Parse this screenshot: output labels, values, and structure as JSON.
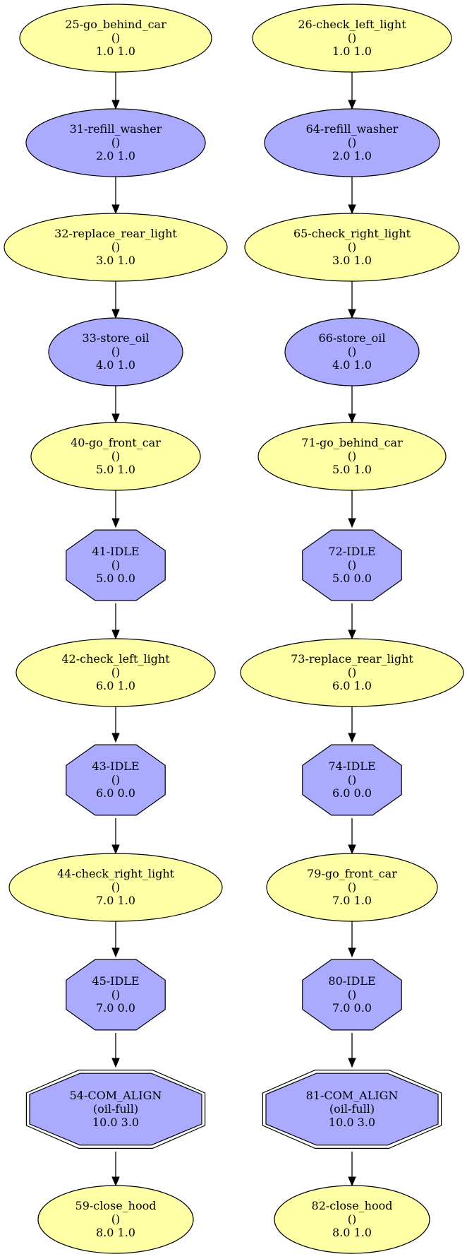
{
  "colors": {
    "action_fill": "#ffffa6",
    "idle_fill": "#aaaaff",
    "stroke": "#000000",
    "background": "#ffffff"
  },
  "columns": [
    {
      "nodes": [
        {
          "id": "25-go_behind_car",
          "args": "()",
          "values": "1.0 1.0",
          "shape": "ellipse",
          "fill": "yellow"
        },
        {
          "id": "31-refill_washer",
          "args": "()",
          "values": "2.0 1.0",
          "shape": "ellipse",
          "fill": "blue"
        },
        {
          "id": "32-replace_rear_light",
          "args": "()",
          "values": "3.0 1.0",
          "shape": "ellipse",
          "fill": "yellow"
        },
        {
          "id": "33-store_oil",
          "args": "()",
          "values": "4.0 1.0",
          "shape": "ellipse",
          "fill": "blue"
        },
        {
          "id": "40-go_front_car",
          "args": "()",
          "values": "5.0 1.0",
          "shape": "ellipse",
          "fill": "yellow"
        },
        {
          "id": "41-IDLE",
          "args": "()",
          "values": "5.0 0.0",
          "shape": "octagon",
          "fill": "blue"
        },
        {
          "id": "42-check_left_light",
          "args": "()",
          "values": "6.0 1.0",
          "shape": "ellipse",
          "fill": "yellow"
        },
        {
          "id": "43-IDLE",
          "args": "()",
          "values": "6.0 0.0",
          "shape": "octagon",
          "fill": "blue"
        },
        {
          "id": "44-check_right_light",
          "args": "()",
          "values": "7.0 1.0",
          "shape": "ellipse",
          "fill": "yellow"
        },
        {
          "id": "45-IDLE",
          "args": "()",
          "values": "7.0 0.0",
          "shape": "octagon",
          "fill": "blue"
        },
        {
          "id": "54-COM_ALIGN",
          "args": "(oil-full)",
          "values": "10.0 3.0",
          "shape": "doubleoctagon",
          "fill": "blue"
        },
        {
          "id": "59-close_hood",
          "args": "()",
          "values": "8.0 1.0",
          "shape": "ellipse",
          "fill": "yellow"
        }
      ]
    },
    {
      "nodes": [
        {
          "id": "26-check_left_light",
          "args": "()",
          "values": "1.0 1.0",
          "shape": "ellipse",
          "fill": "yellow"
        },
        {
          "id": "64-refill_washer",
          "args": "()",
          "values": "2.0 1.0",
          "shape": "ellipse",
          "fill": "blue"
        },
        {
          "id": "65-check_right_light",
          "args": "()",
          "values": "3.0 1.0",
          "shape": "ellipse",
          "fill": "yellow"
        },
        {
          "id": "66-store_oil",
          "args": "()",
          "values": "4.0 1.0",
          "shape": "ellipse",
          "fill": "blue"
        },
        {
          "id": "71-go_behind_car",
          "args": "()",
          "values": "5.0 1.0",
          "shape": "ellipse",
          "fill": "yellow"
        },
        {
          "id": "72-IDLE",
          "args": "()",
          "values": "5.0 0.0",
          "shape": "octagon",
          "fill": "blue"
        },
        {
          "id": "73-replace_rear_light",
          "args": "()",
          "values": "6.0 1.0",
          "shape": "ellipse",
          "fill": "yellow"
        },
        {
          "id": "74-IDLE",
          "args": "()",
          "values": "6.0 0.0",
          "shape": "octagon",
          "fill": "blue"
        },
        {
          "id": "79-go_front_car",
          "args": "()",
          "values": "7.0 1.0",
          "shape": "ellipse",
          "fill": "yellow"
        },
        {
          "id": "80-IDLE",
          "args": "()",
          "values": "7.0 0.0",
          "shape": "octagon",
          "fill": "blue"
        },
        {
          "id": "81-COM_ALIGN",
          "args": "(oil-full)",
          "values": "10.0 3.0",
          "shape": "doubleoctagon",
          "fill": "blue"
        },
        {
          "id": "82-close_hood",
          "args": "()",
          "values": "8.0 1.0",
          "shape": "ellipse",
          "fill": "yellow"
        }
      ]
    }
  ]
}
